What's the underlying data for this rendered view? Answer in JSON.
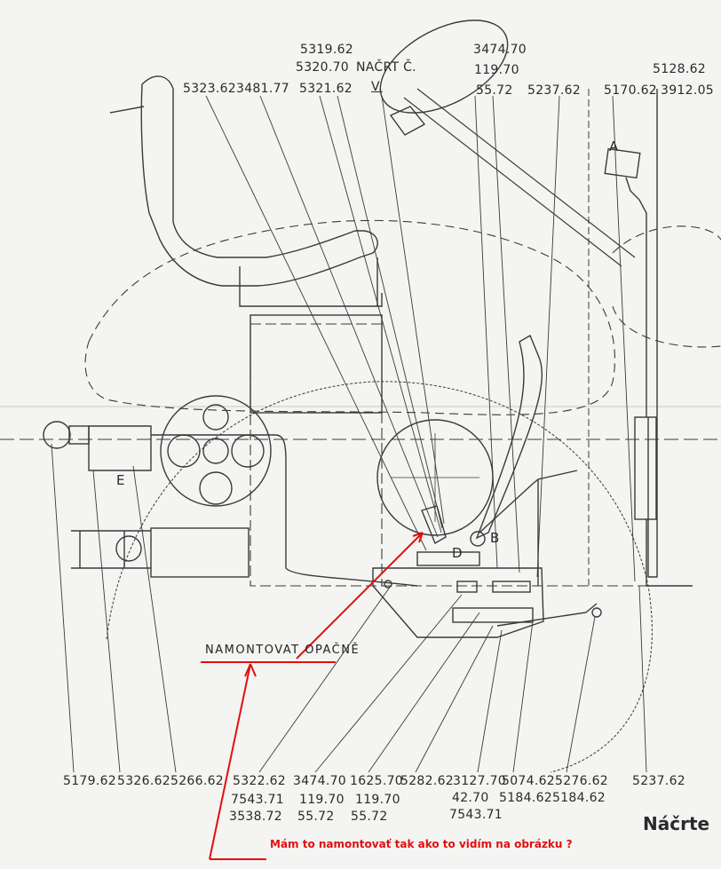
{
  "title": "Náčrte",
  "note": "NAMONTOVAT OPAČNĚ",
  "question": "Mám to namontovať tak ako to vidím na obrázku ?",
  "top_labels": {
    "l1": "5323.62",
    "l2": "3481.77",
    "l3": "5321.62",
    "l4": "5319.62",
    "l5": "5320.70",
    "l6": "NAČRT Č.",
    "l7": "V.",
    "l8": "3474.70",
    "l9": "119.70",
    "l10": "55.72",
    "l11": "5237.62",
    "l12": "5170.62",
    "l13": "5128.62",
    "l14": "3912.05"
  },
  "letters": {
    "A": "A",
    "B": "B",
    "D": "D",
    "E": "E"
  },
  "bottom_labels": {
    "b1": "5179.62",
    "b2": "5326.62",
    "b3": "5266.62",
    "b4a": "5322.62",
    "b4b": "7543.71",
    "b4c": "3538.72",
    "b5a": "3474.70",
    "b5b": "119.70",
    "b5c": "55.72",
    "b6a": "1625.70",
    "b6b": "119.70",
    "b6c": "55.72",
    "b7": "5282.62",
    "b8a": "3127.70",
    "b8b": "42.70",
    "b8c": "7543.71",
    "b9a": "5074.62",
    "b9b": "5184.62",
    "b10a": "5276.62",
    "b10b": "5184.62",
    "b11": "5237.62"
  },
  "colors": {
    "ink": "#2a2a2a",
    "annotation": "#e01010",
    "paper": "#f4f4f2"
  }
}
